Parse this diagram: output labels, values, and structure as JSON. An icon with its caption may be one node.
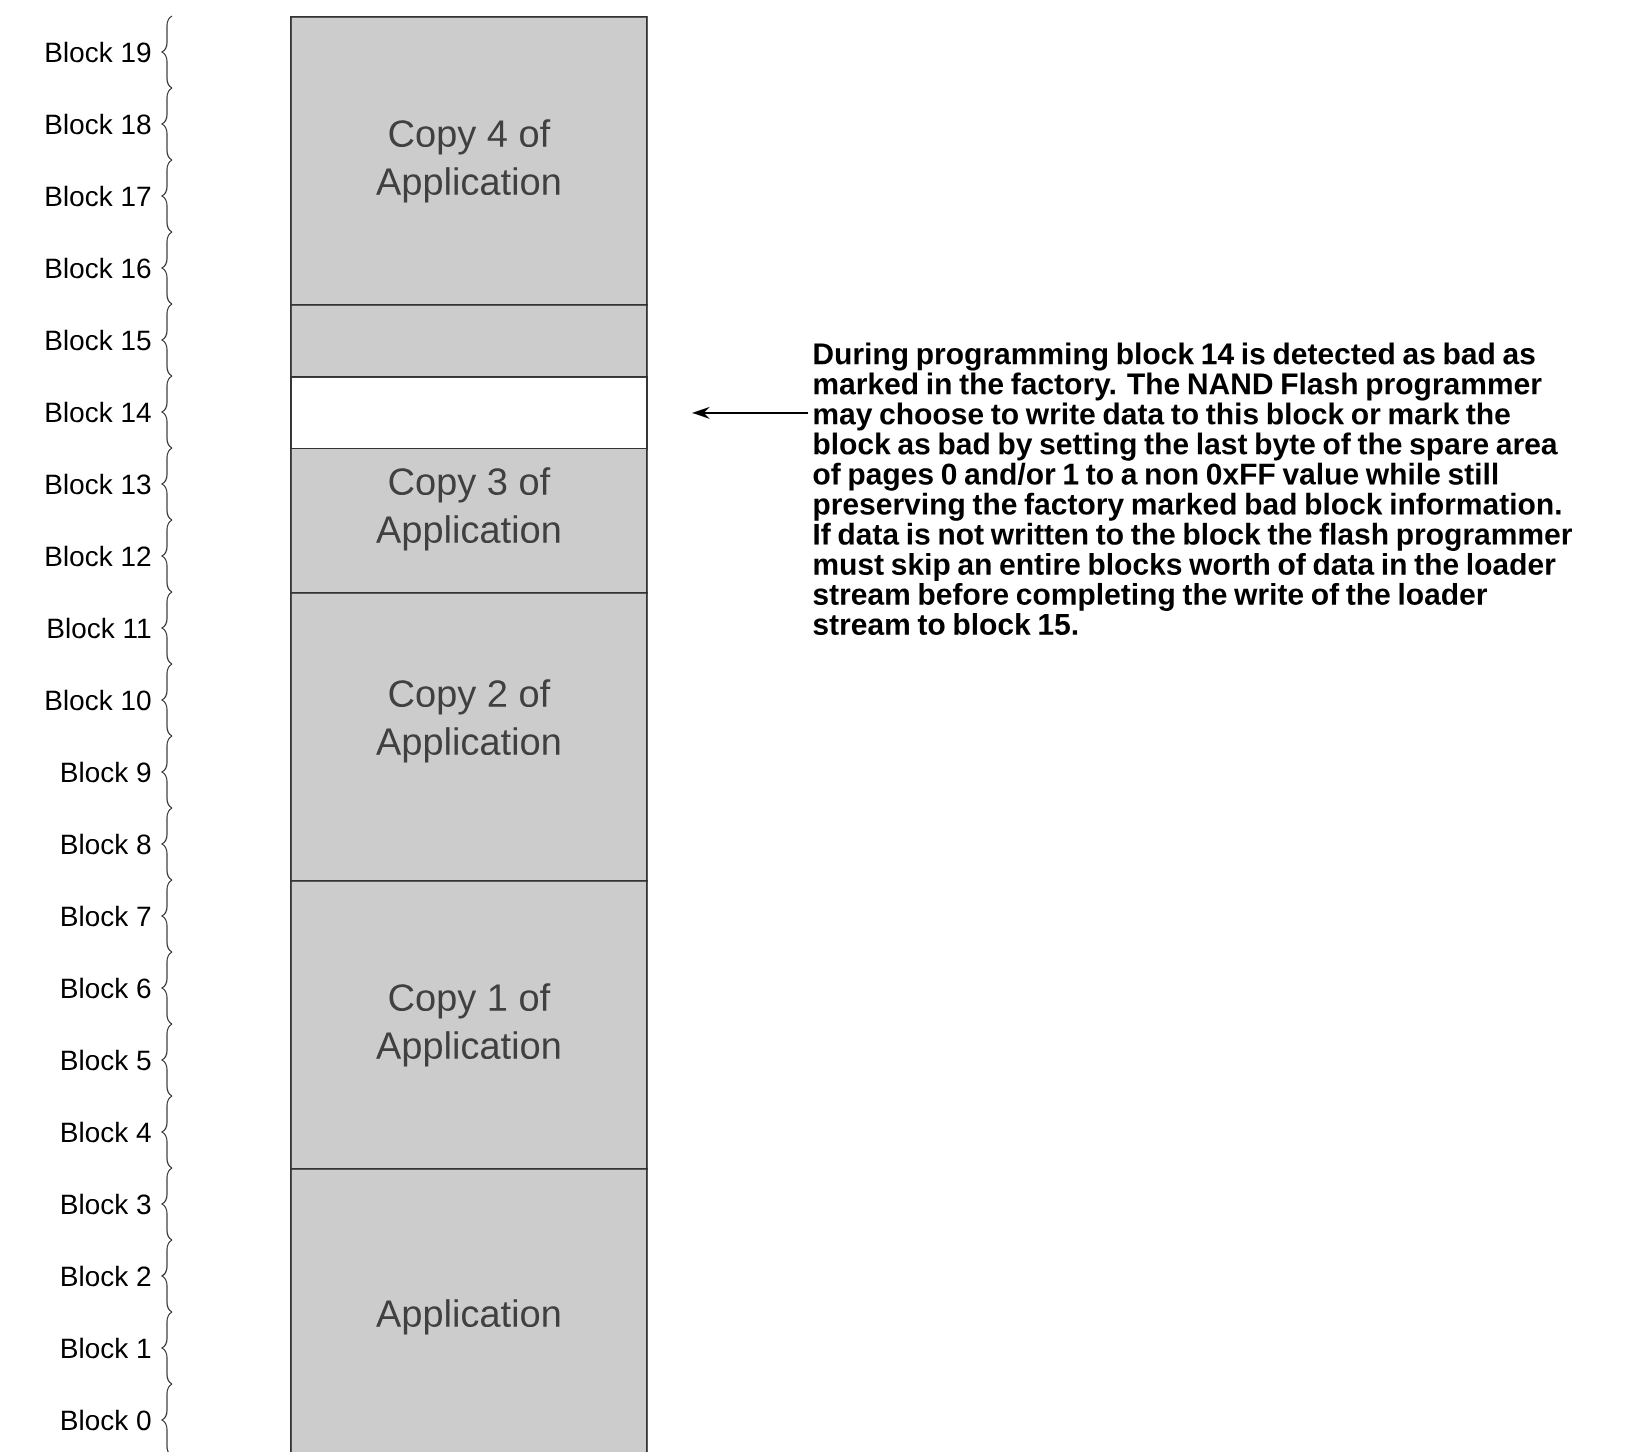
{
  "diagram": {
    "nodes": [
      {
        "text": [
          "Copy 4 of Application"
        ]
      },
      {
        "text": [],
        "shape": "box"
      },
      {
        "text": [
          "Copy 3 of Application"
        ]
      },
      {
        "text": [],
        "shape": "box",
        "in": 2
      },
      {
        "text": [
          "Copy 2 of Application"
        ]
      },
      {
        "text": [
          "Copy 1 of Application"
        ]
      },
      {
        "text": [
          "Application"
        ]
      },
      {
        "text": [
          "During programming block 14 is detected as bad as marked in the factory. The NAND Flash programmer may choose to write data to this block or mark the block as bad by setting the last byte of the spare area of pages 0 and/or 1 to a non 0xFF value while still preserving the factory marked bad block information. If data is not written to the block the flash programmer must skip an entire blocks worth of data in the loader stream before completing the write of the loader stream to block 15."
        ]
      }
    ],
    "edges": [
      {
        "from": 7,
        "to": 3,
        "arrow": "to"
      }
    ],
    "labels": [
      "Block 19",
      "Block 18",
      "Block 17",
      "Block 16",
      "Block 15",
      "Block 14",
      "Block 13",
      "Block 12",
      "Block 11",
      "Block 10",
      "Block 9",
      "Block 8",
      "Block 7",
      "Block 6",
      "Block 5",
      "Block 4",
      "Block 3",
      "Block 2",
      "Block 1",
      "Block 0"
    ]
  }
}
